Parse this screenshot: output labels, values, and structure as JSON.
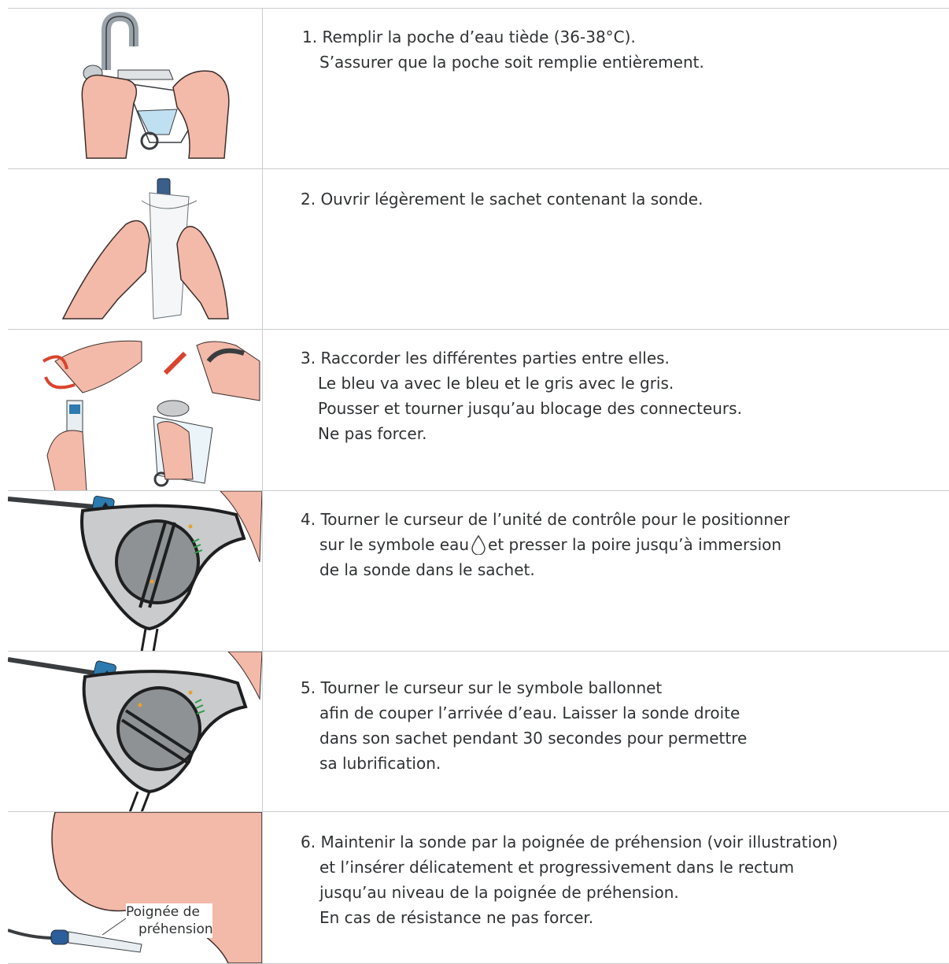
{
  "steps": [
    {
      "image_name": "fill-bag-illustration",
      "lines": [
        "1. Remplir la poche d’eau tiède (36-38°C).",
        "S’assurer que la poche soit remplie entièrement."
      ]
    },
    {
      "image_name": "open-pouch-illustration",
      "lines": [
        "2. Ouvrir légèrement le sachet contenant la sonde."
      ]
    },
    {
      "image_name": "connect-parts-illustration",
      "lines": [
        "3. Raccorder les différentes parties entre elles.",
        "Le bleu va avec le bleu et le gris avec le gris.",
        "Pousser et tourner jusqu’au blocage des connecteurs.",
        "Ne pas forcer."
      ]
    },
    {
      "image_name": "control-unit-water-illustration",
      "line1": "4. Tourner le curseur de l’unité de contrôle pour le positionner",
      "line2_a": "sur le symbole eau",
      "line2_b": "et presser la poire jusqu’à immersion",
      "line3": "de la sonde dans le sachet.",
      "inline_icon": "water-drop-icon"
    },
    {
      "image_name": "control-unit-balloon-illustration",
      "lines": [
        "5. Tourner le curseur sur le symbole ballonnet",
        "afin de couper l’arrivée d’eau. Laisser la sonde droite",
        "dans son sachet pendant 30 secondes pour permettre",
        "sa lubrification."
      ]
    },
    {
      "image_name": "insert-probe-illustration",
      "callout_line1": "Poignée de",
      "callout_line2": "préhension",
      "lines": [
        "6. Maintenir la sonde par la poignée de préhension (voir illustration)",
        "et l’insérer délicatement et progressivement dans le rectum",
        "jusqu’au niveau de la poignée de préhension.",
        "En cas de résistance ne pas forcer."
      ]
    }
  ],
  "colors": {
    "skin": "#f3b9a9",
    "skin_outline": "#3a2e2b",
    "connector_blue": "#2b7bb0",
    "arrow_red": "#d9432d",
    "device_grey": "#c9cbcd",
    "text": "#2f3133",
    "rule": "#c9cccf"
  }
}
